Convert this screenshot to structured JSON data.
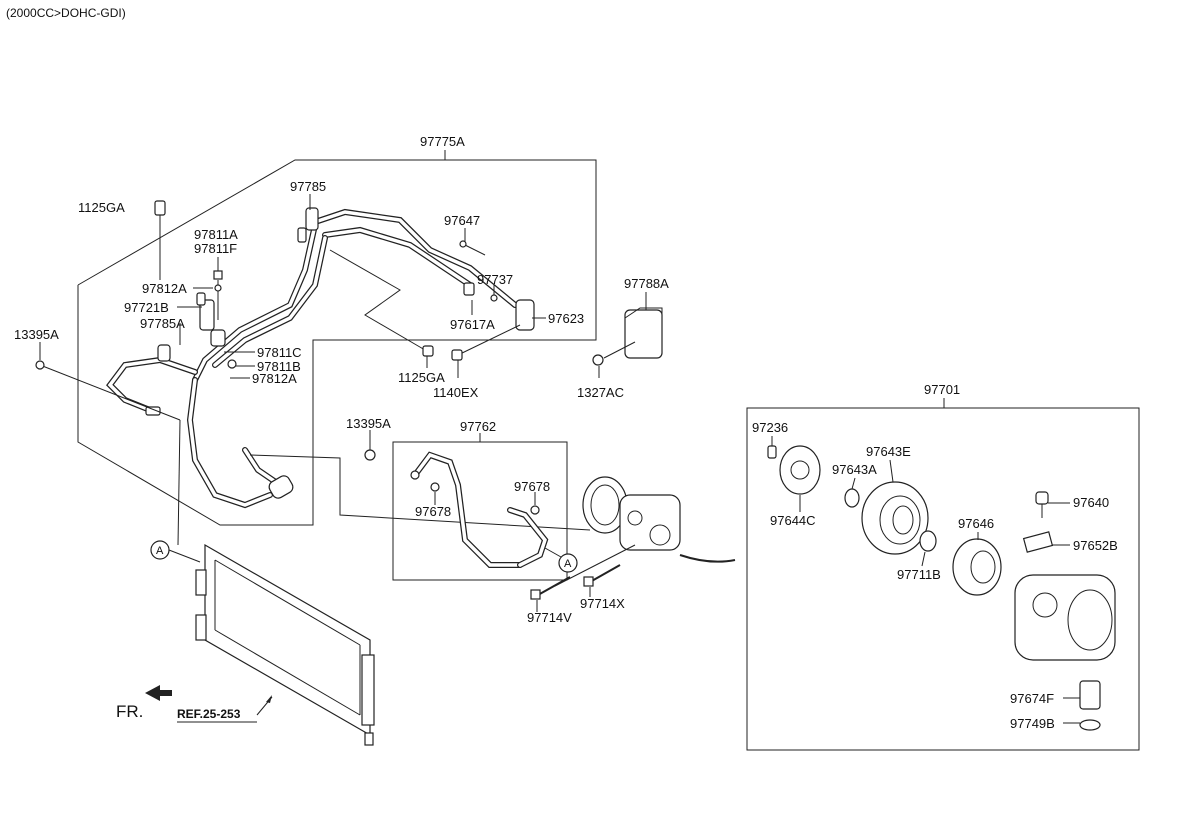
{
  "header": {
    "engine_note": "(2000CC>DOHC-GDI)"
  },
  "labels": {
    "p97775A": "97775A",
    "p97785": "97785",
    "p1125GA_top": "1125GA",
    "p97811A": "97811A",
    "p97811F": "97811F",
    "p97812A_top": "97812A",
    "p97721B": "97721B",
    "p97785A": "97785A",
    "p13395A_left": "13395A",
    "p97811C": "97811C",
    "p97811B": "97811B",
    "p97812A_mid": "97812A",
    "p97647": "97647",
    "p97737": "97737",
    "p97617A": "97617A",
    "p97623": "97623",
    "p1125GA_mid": "1125GA",
    "p1140EX": "1140EX",
    "p97788A": "97788A",
    "p1327AC": "1327AC",
    "p13395A_center": "13395A",
    "p97762": "97762",
    "p97678_a": "97678",
    "p97678_b": "97678",
    "p97714V": "97714V",
    "p97714X": "97714X",
    "p97701": "97701",
    "p97236": "97236",
    "p97643E": "97643E",
    "p97643A": "97643A",
    "p97644C": "97644C",
    "p97640": "97640",
    "p97646": "97646",
    "p97652B": "97652B",
    "p97711B": "97711B",
    "p97674F": "97674F",
    "p97749B": "97749B",
    "fr": "FR.",
    "ref": "REF.25-253",
    "callout_A": "A"
  }
}
